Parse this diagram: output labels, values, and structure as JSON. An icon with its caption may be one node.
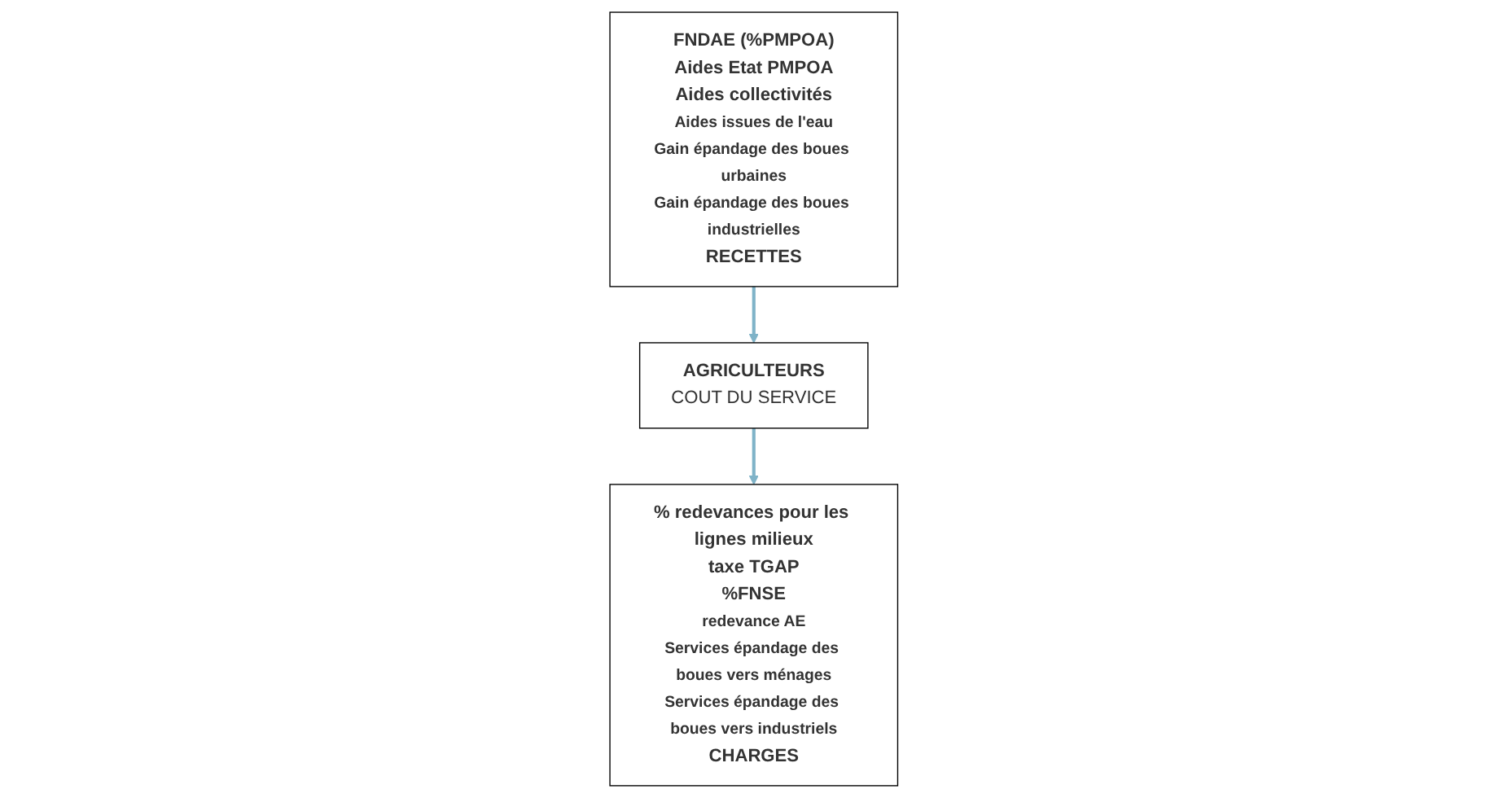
{
  "diagram": {
    "nodes": [
      {
        "text": [
          "FNDAE (%PMPOA)",
          "Aides Etat PMPOA",
          "Aides collectivités",
          "Aides issues de l'eau",
          "Gain épandage des boues urbaines",
          "Gain épandage des boues industrielles",
          "RECETTES"
        ]
      },
      {
        "text": [
          "AGRICULTEURS",
          "COUT DU SERVICE"
        ]
      },
      {
        "text": [
          "% redevances pour les lignes milieux",
          "taxe TGAP",
          "%FNSE",
          "redevance AE",
          "Services épandage des boues vers ménages",
          "Services épandage des boues vers industriels",
          "CHARGES"
        ]
      }
    ],
    "edges": [
      {
        "from": 0,
        "to": 1,
        "arrow": "to"
      },
      {
        "from": 1,
        "to": 2,
        "arrow": "to"
      }
    ]
  }
}
